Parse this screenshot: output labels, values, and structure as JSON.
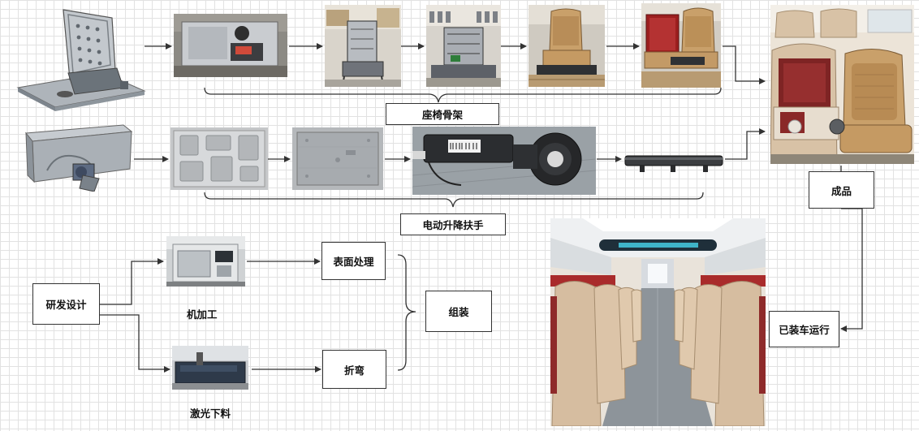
{
  "labels": {
    "seat_frame": "座椅骨架",
    "armrest": "电动升降扶手",
    "finished": "成品",
    "in_service": "已装车运行",
    "rnd": "研发设计",
    "machining": "机加工",
    "laser_cutting": "激光下料",
    "surface_treatment": "表面处理",
    "bending": "折弯",
    "assembly": "组装"
  },
  "colors": {
    "grid": "#e2e2e2",
    "line": "#333333",
    "box_border": "#333333",
    "seat_leather": "#c9a06a",
    "shell_beige": "#d8c2a6",
    "aluminum": "#b9bdc2"
  }
}
